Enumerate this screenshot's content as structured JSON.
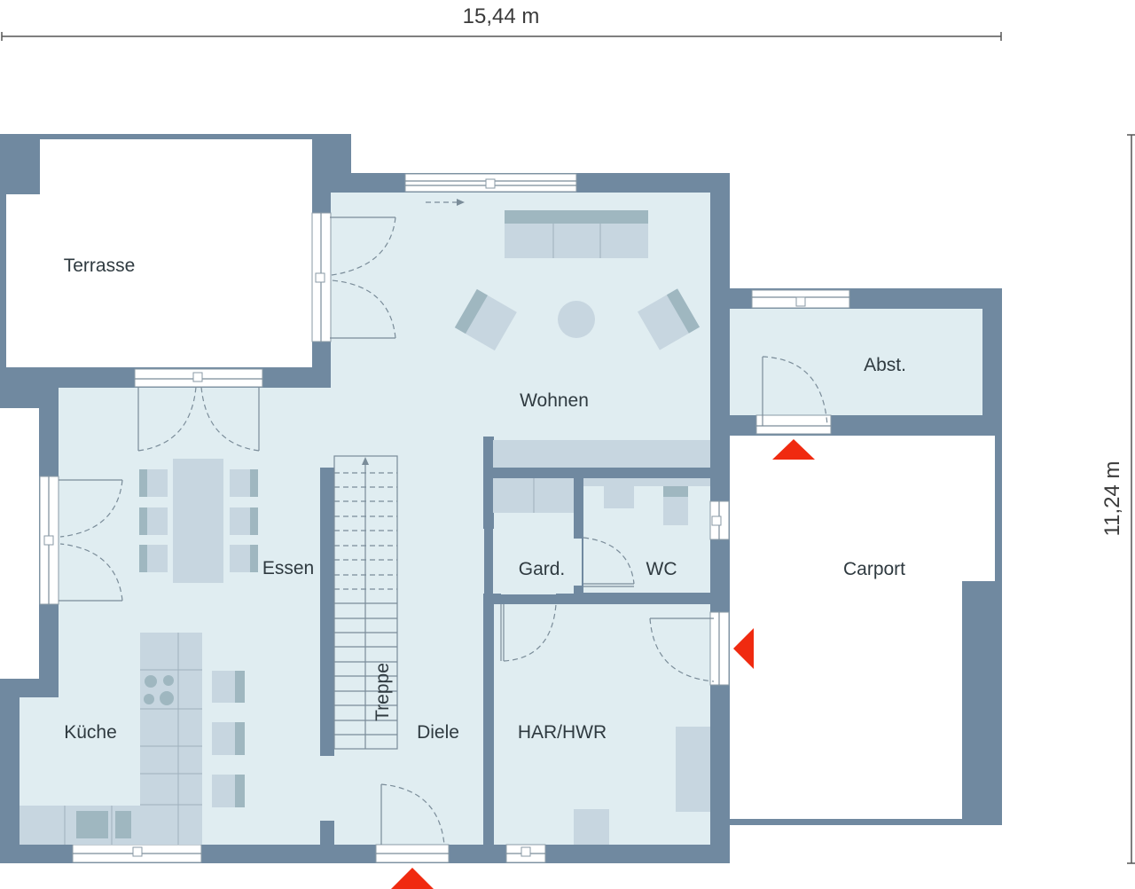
{
  "dimensions": {
    "width_label": "15,44 m",
    "height_label": "11,24 m"
  },
  "rooms": {
    "terrasse": "Terrasse",
    "wohnen": "Wohnen",
    "abst": "Abst.",
    "essen": "Essen",
    "garderobe": "Gard.",
    "wc": "WC",
    "carport": "Carport",
    "kueche": "Küche",
    "treppe": "Treppe",
    "diele": "Diele",
    "har_hwr": "HAR/HWR"
  },
  "colors": {
    "wall": "#7089a0",
    "floor": "#e0edf1",
    "furniture": "#c7d6e0",
    "entry_marker": "#f02a10"
  }
}
